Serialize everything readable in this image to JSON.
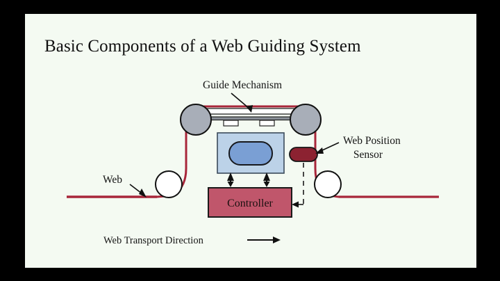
{
  "slide": {
    "title": "Basic Components of a Web Guiding System",
    "background_color": "#F4FAF2",
    "letterbox_color": "#000000"
  },
  "labels": {
    "guide_mechanism": "Guide Mechanism",
    "web_position_sensor_line1": "Web Position",
    "web_position_sensor_line2": "Sensor",
    "web": "Web",
    "controller": "Controller",
    "web_transport_direction": "Web Transport Direction"
  },
  "colors": {
    "web_line": "#A8263A",
    "controller_fill": "#C0566B",
    "controller_stroke": "#1a1a1a",
    "sensor_fill": "#8C2231",
    "sensor_stroke": "#151515",
    "roller_gray_fill": "#A8AEB8",
    "roller_gray_stroke": "#111111",
    "roller_white_fill": "#FFFFFF",
    "roller_white_stroke": "#111111",
    "guide_box_fill": "#BCD2E8",
    "guide_box_stroke": "#3a4a5a",
    "guide_inner_fill": "#7A9FD4",
    "guide_inner_stroke": "#16181c",
    "rail_fill": "#FFFFFF",
    "rail_stroke": "#222222",
    "arrow_black": "#111111",
    "dashed_line": "#333333"
  },
  "diagram": {
    "type": "schematic",
    "components": [
      {
        "name": "web-line",
        "role": "material web path",
        "color": "#A8263A"
      },
      {
        "name": "guide-roller-left",
        "role": "guide mechanism roller",
        "color": "#A8AEB8"
      },
      {
        "name": "guide-roller-right",
        "role": "guide mechanism roller",
        "color": "#A8AEB8"
      },
      {
        "name": "idler-roller-left",
        "role": "idler roller",
        "color": "#FFFFFF"
      },
      {
        "name": "idler-roller-right",
        "role": "idler roller",
        "color": "#FFFFFF"
      },
      {
        "name": "guide-mechanism-body",
        "role": "actuator housing",
        "color": "#BCD2E8"
      },
      {
        "name": "guide-mechanism-actuator",
        "role": "actuator",
        "color": "#7A9FD4"
      },
      {
        "name": "web-position-sensor",
        "role": "sensor",
        "color": "#8C2231"
      },
      {
        "name": "controller",
        "role": "controller",
        "color": "#C0566B"
      }
    ],
    "signal_paths": [
      {
        "from": "controller",
        "to": "guide-mechanism-body",
        "style": "double-arrow-solid",
        "count": 2
      },
      {
        "from": "web-position-sensor",
        "to": "controller",
        "style": "dashed-arrow"
      }
    ],
    "transport_direction": "left-to-right"
  }
}
